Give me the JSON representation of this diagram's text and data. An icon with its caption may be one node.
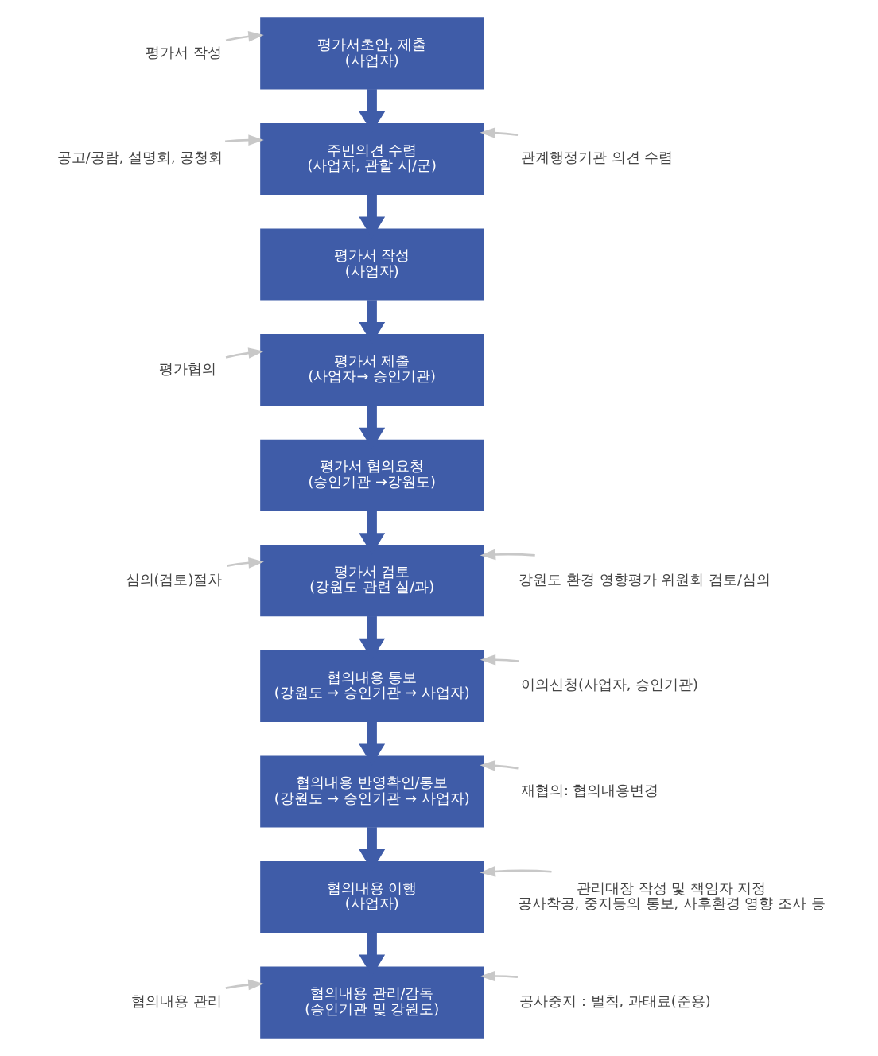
{
  "diagram": {
    "nodes": [
      {
        "text": [
          "평가서 작성"
        ]
      },
      {
        "text": [
          "평가서초안, 제출",
          "(사업자)"
        ]
      },
      {
        "text": [
          "공고/공람, 설명회, 공청회"
        ]
      },
      {
        "text": [
          "주민의견 수렴",
          "(사업자, 관할 시/군)"
        ]
      },
      {
        "text": [
          "관계행정기관 의견 수렴"
        ]
      },
      {
        "text": [
          "평가서 작성",
          "(사업자)"
        ]
      },
      {
        "text": [
          "평가협의"
        ]
      },
      {
        "text": [
          "평가서 제출",
          "(사업자→ 승인기관)"
        ]
      },
      {
        "text": [
          "평가서 협의요청",
          "(승인기관 →강원도)"
        ]
      },
      {
        "text": [
          "심의(검토)절차"
        ]
      },
      {
        "text": [
          "평가서 검토",
          "(강원도 관련 실/과)"
        ]
      },
      {
        "text": [
          "강원도 환경 영향평가 위원회 검토/심의"
        ]
      },
      {
        "text": [
          "협의내용 통보",
          "(강원도 → 승인기관 → 사업자)"
        ]
      },
      {
        "text": [
          "이의신청(사업자, 승인기관)"
        ]
      },
      {
        "text": [
          "협의내용 반영확인/통보",
          "(강원도 → 승인기관 → 사업자)"
        ]
      },
      {
        "text": [
          "재협의: 협의내용변경"
        ]
      },
      {
        "text": [
          "협의내용 이행",
          "(사업자)"
        ]
      },
      {
        "text": [
          "관리대장 작성 및 책임자 지정",
          "공사착공, 중지등의 통보, 사후환경 영향 조사 등"
        ]
      },
      {
        "text": [
          "협의내용 관리"
        ]
      },
      {
        "text": [
          "협의내용 관리/감독",
          "(승인기관 및 강원도)"
        ]
      },
      {
        "text": [
          "공사중지 : 벌칙, 과태료(준용)"
        ]
      }
    ],
    "edges": [
      {
        "from": 0,
        "to": 1,
        "arrow": "to"
      },
      {
        "from": 1,
        "to": 3,
        "arrow": "to",
        "style": "thick",
        "color": "#3f5ca8"
      },
      {
        "from": 2,
        "to": 3,
        "arrow": "to"
      },
      {
        "from": 4,
        "to": 3,
        "arrow": "to"
      },
      {
        "from": 3,
        "to": 5,
        "arrow": "to",
        "style": "thick",
        "color": "#3f5ca8"
      },
      {
        "from": 5,
        "to": 7,
        "arrow": "to",
        "style": "thick",
        "color": "#3f5ca8"
      },
      {
        "from": 6,
        "to": 7,
        "arrow": "to"
      },
      {
        "from": 7,
        "to": 8,
        "arrow": "to",
        "style": "thick",
        "color": "#3f5ca8"
      },
      {
        "from": 8,
        "to": 10,
        "arrow": "to",
        "style": "thick",
        "color": "#3f5ca8"
      },
      {
        "from": 9,
        "to": 10,
        "arrow": "to"
      },
      {
        "from": 11,
        "to": 10,
        "arrow": "to"
      },
      {
        "from": 10,
        "to": 12,
        "arrow": "to",
        "style": "thick",
        "color": "#3f5ca8"
      },
      {
        "from": 13,
        "to": 12,
        "arrow": "to"
      },
      {
        "from": 12,
        "to": 14,
        "arrow": "to",
        "style": "thick",
        "color": "#3f5ca8"
      },
      {
        "from": 15,
        "to": 14,
        "arrow": "to"
      },
      {
        "from": 14,
        "to": 16,
        "arrow": "to",
        "style": "thick",
        "color": "#3f5ca8"
      },
      {
        "from": 17,
        "to": 16,
        "arrow": "to"
      },
      {
        "from": 16,
        "to": 19,
        "arrow": "to",
        "style": "thick",
        "color": "#3f5ca8"
      },
      {
        "from": 18,
        "to": 19,
        "arrow": "to"
      },
      {
        "from": 20,
        "to": 19,
        "arrow": "to"
      }
    ]
  }
}
